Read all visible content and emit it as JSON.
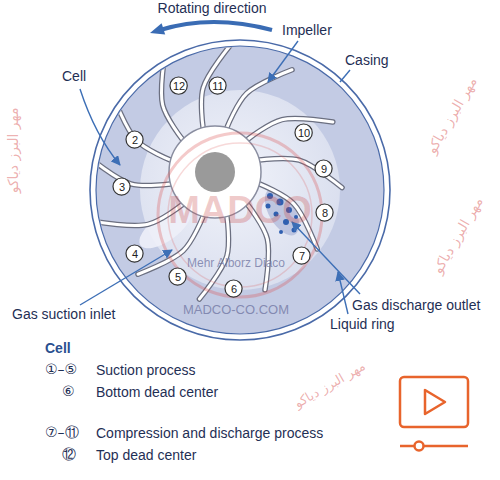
{
  "diagram": {
    "nodes": [
      {
        "text": [
          "2"
        ]
      },
      {
        "text": [
          "3"
        ]
      },
      {
        "text": [
          "4"
        ]
      },
      {
        "text": [
          "5"
        ]
      },
      {
        "text": [
          "6"
        ]
      },
      {
        "text": [
          "7"
        ]
      },
      {
        "text": [
          "8"
        ]
      },
      {
        "text": [
          "9"
        ]
      },
      {
        "text": [
          "10"
        ]
      },
      {
        "text": [
          "11"
        ]
      },
      {
        "text": [
          "12"
        ]
      }
    ],
    "labels": [
      "Rotating direction",
      "Impeller",
      "Casing",
      "Cell",
      "Gas suction inlet",
      "Gas discharge outlet",
      "Liquid ring",
      "Cell",
      "①–⑤",
      "Suction process",
      "⑥",
      "Bottom dead center",
      "⑦–⑪",
      "Compression and discharge process",
      "⑫",
      "Top dead center",
      "MADCO",
      "Mehr Alborz Diaco",
      "MADCO-CO.COM",
      "مهر البرز دیاکو",
      "مهر البرز دیاکو",
      "مهر البرز دیاکو",
      "مهر البرز دیاکو"
    ]
  }
}
